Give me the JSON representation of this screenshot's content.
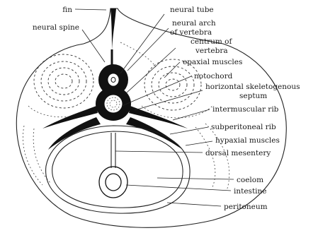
{
  "labels": {
    "fin": "fin",
    "neural_tube": "neural tube",
    "neural_spine": "neural spine",
    "neural_arch": "neural arch",
    "of_vertebra_1": "of vertebra",
    "centrum": "centrum of",
    "of_vertebra_2": "vertebra",
    "epaxial": "epaxial muscles",
    "notochord": "notochord",
    "horiz_1": "horizontal skeletogenous",
    "horiz_2": "septum",
    "intermuscular": "intermuscular rib",
    "subperitoneal": "subperitoneal rib",
    "hypaxial": "hypaxial muscles",
    "dorsal_mesentery": "dorsal mesentery",
    "coelom": "coelom",
    "intestine": "intestine",
    "peritoneum": "peritoneum"
  }
}
